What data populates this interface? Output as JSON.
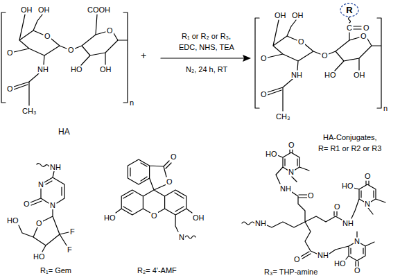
{
  "diagram": {
    "nodes": [
      {
        "text": [
          "R"
        ]
      }
    ],
    "labels": [
      "OH",
      "OH",
      "COOH",
      "O",
      "O",
      "O",
      "O",
      "NH",
      "O",
      "CH₃",
      "HO",
      "OH",
      "n",
      "HA",
      "+",
      "R₁ or R₂ or R₃,",
      "EDC, NHS, TEA",
      "N₂, 24 h, RT",
      "OH",
      "OH",
      "O",
      "O",
      "O",
      "O",
      "C",
      "O",
      "NH",
      "O",
      "CH₃",
      "HO",
      "OH",
      "n",
      "HA-Conjugates,",
      "R= R1 or R2 or R3",
      "NH",
      "N",
      "N",
      "O",
      "O",
      "HO",
      "HO",
      "F",
      "F",
      "R₁= Gem",
      "O",
      "O",
      "O",
      "HO",
      "OH",
      "N",
      "R₂= 4'-AMF",
      "O",
      "HO",
      "N",
      "NH",
      "O",
      "O",
      "HO",
      "N",
      "NH",
      "O",
      "N",
      "HO",
      "O",
      "NH",
      "O",
      "NH",
      "R₃= THP-amine"
    ]
  }
}
